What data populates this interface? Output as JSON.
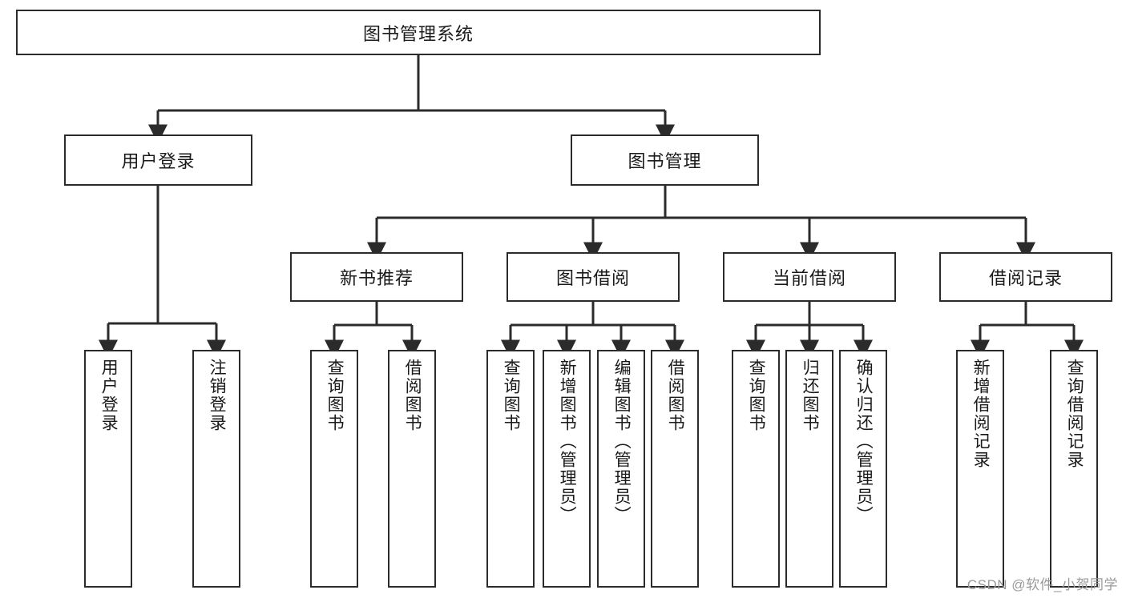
{
  "diagram": {
    "title": "图书管理系统",
    "watermark": "CSDN @软件_小贺同学",
    "colors": {
      "stroke": "#2b2b2b",
      "fill": "#ffffff",
      "text": "#1a1a1a",
      "watermark": "#9a9a9a"
    },
    "root": {
      "label": "图书管理系统"
    },
    "level2": [
      {
        "label": "用户登录"
      },
      {
        "label": "图书管理"
      }
    ],
    "level3": [
      {
        "label": "新书推荐"
      },
      {
        "label": "图书借阅"
      },
      {
        "label": "当前借阅"
      },
      {
        "label": "借阅记录"
      }
    ],
    "leaves": {
      "user_login": [
        {
          "label": "用户登录"
        },
        {
          "label": "注销登录"
        }
      ],
      "new_book_recommend": [
        {
          "label": "查询图书"
        },
        {
          "label": "借阅图书"
        }
      ],
      "book_borrow": [
        {
          "label": "查询图书"
        },
        {
          "label": "新增图书（管理员）"
        },
        {
          "label": "编辑图书（管理员）"
        },
        {
          "label": "借阅图书"
        }
      ],
      "current_borrow": [
        {
          "label": "查询图书"
        },
        {
          "label": "归还图书"
        },
        {
          "label": "确认归还（管理员）"
        }
      ],
      "borrow_record": [
        {
          "label": "新增借阅记录"
        },
        {
          "label": "查询借阅记录"
        }
      ]
    }
  }
}
